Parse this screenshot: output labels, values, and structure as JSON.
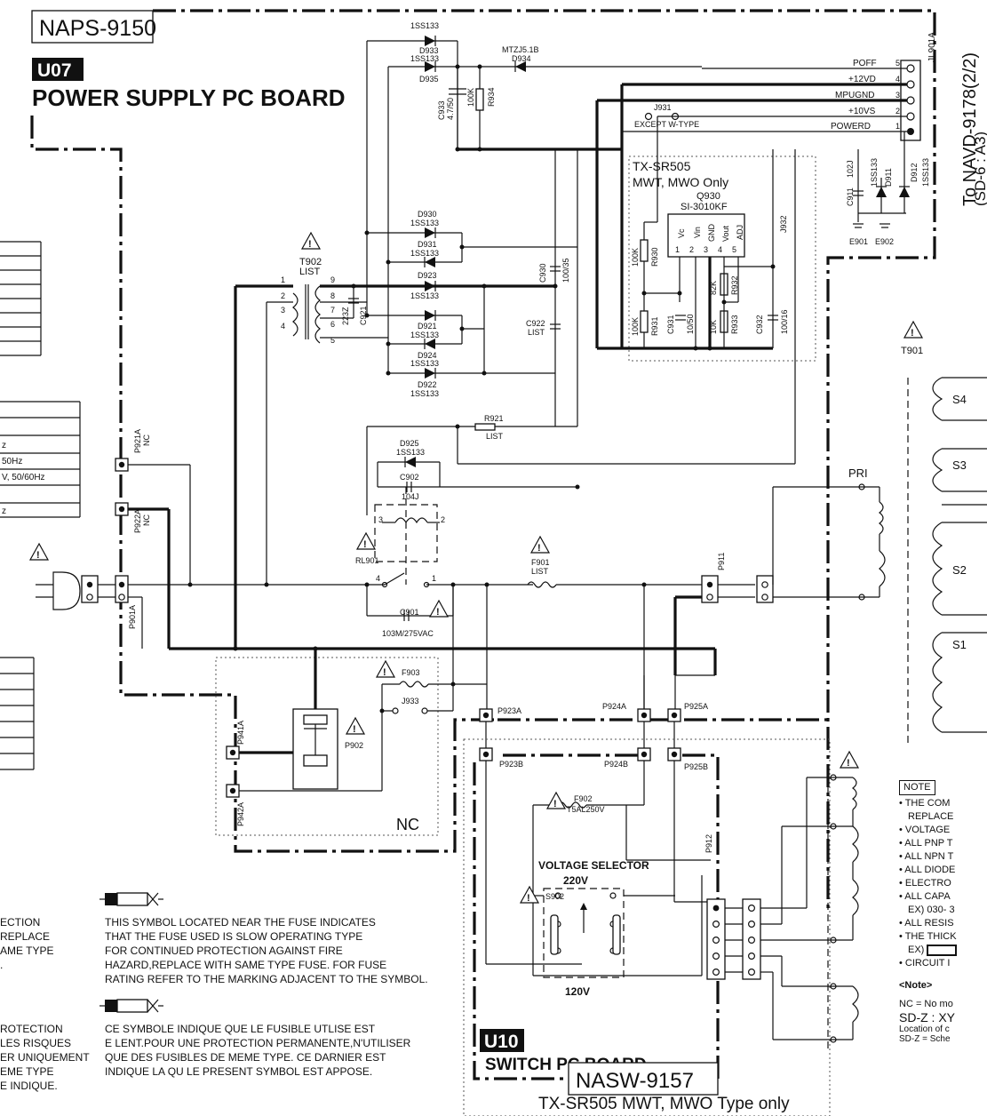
{
  "board": {
    "model": "NAPS-9150",
    "unit": "U07",
    "title": "POWER SUPPLY PC BOARD",
    "to_label": "To NAVD-9178(2/2)",
    "to_ref": "(SD-6 : A3)"
  },
  "connector_jl901a": {
    "ref": "JL901A",
    "pins": [
      {
        "num": "5",
        "signal": "POFF"
      },
      {
        "num": "4",
        "signal": "+12VD"
      },
      {
        "num": "3",
        "signal": "MPUGND"
      },
      {
        "num": "2",
        "signal": "+10VS"
      },
      {
        "num": "1",
        "signal": "POWERD"
      }
    ]
  },
  "diodes_top": [
    {
      "ref": "D933",
      "part": "1SS133"
    },
    {
      "ref": "D935",
      "part": "1SS133"
    },
    {
      "ref": "D934",
      "part": "MTZJ5.1B"
    }
  ],
  "diodes_mid": [
    {
      "ref": "D930",
      "part": "1SS133"
    },
    {
      "ref": "D931",
      "part": "1SS133"
    },
    {
      "ref": "D923",
      "part": "1SS133"
    },
    {
      "ref": "D921",
      "part": "1SS133"
    },
    {
      "ref": "D924",
      "part": "1SS133"
    },
    {
      "ref": "D922",
      "part": "1SS133"
    },
    {
      "ref": "D925",
      "part": "1SS133"
    }
  ],
  "passives": {
    "c933": {
      "ref": "C933",
      "value": "4.7/50"
    },
    "r934": {
      "ref": "R934",
      "value": "100K"
    },
    "c930": {
      "ref": "C930",
      "value": "100/35"
    },
    "c922": {
      "ref": "C922",
      "value": "LIST"
    },
    "r930": {
      "ref": "R930",
      "value": "100K"
    },
    "r931": {
      "ref": "R931",
      "value": "100K"
    },
    "c931": {
      "ref": "C931",
      "value": "10/50"
    },
    "r932": {
      "ref": "R932",
      "value": "82K"
    },
    "r933": {
      "ref": "R933",
      "value": "10K"
    },
    "c932": {
      "ref": "C932",
      "value": "100/16"
    },
    "c921": {
      "ref": "C921",
      "value": "223Z"
    },
    "r921": {
      "ref": "R921",
      "value": "LIST"
    },
    "c902": {
      "ref": "C902",
      "value": "104J"
    },
    "c901": {
      "ref": "C901",
      "value": "103M/275VAC"
    },
    "c911": {
      "ref": "C911",
      "value": "102J"
    },
    "d911": {
      "ref": "D911",
      "value": "1SS133"
    },
    "d912": {
      "ref": "D912",
      "value": "1SS133"
    },
    "f901": {
      "ref": "F901",
      "value": "LIST"
    },
    "f902": {
      "ref": "F902",
      "value": "T5AL250V"
    },
    "f903": {
      "ref": "F903"
    },
    "j931": {
      "ref": "J931",
      "note": "EXCEPT W-TYPE"
    },
    "j932": {
      "ref": "J932"
    },
    "j933": {
      "ref": "J933"
    },
    "e901": {
      "ref": "E901"
    },
    "e902": {
      "ref": "E902"
    }
  },
  "regulator": {
    "variant": "TX-SR505",
    "variant_note": "MWT, MWO Only",
    "ref": "Q930",
    "part": "SI-3010KF",
    "pins": [
      {
        "num": "1",
        "name": "Vc"
      },
      {
        "num": "2",
        "name": "Vin"
      },
      {
        "num": "3",
        "name": "GND"
      },
      {
        "num": "4",
        "name": "Vout"
      },
      {
        "num": "5",
        "name": "ADJ"
      }
    ]
  },
  "transformer_t902": {
    "ref": "T902",
    "note": "LIST",
    "primary": [
      "1",
      "2",
      "3",
      "4"
    ],
    "secondary": [
      "9",
      "8",
      "7",
      "6",
      "5"
    ]
  },
  "transformer_t901": {
    "ref": "T901",
    "windings": [
      "S4",
      "S3",
      "S2",
      "S1"
    ],
    "primary": "PRI"
  },
  "relay": {
    "ref": "RL901",
    "pins": [
      "3",
      "2",
      "4",
      "1"
    ]
  },
  "connectors": {
    "p921a": "P921A",
    "p922a": "P922A",
    "nc": "NC",
    "p901a": "P901A",
    "p911": "P911",
    "p941a": "P941A",
    "p942a": "P942A",
    "p902": "P902",
    "p923a": "P923A",
    "p924a": "P924A",
    "p925a": "P925A",
    "p923b": "P923B",
    "p924b": "P924B",
    "p925b": "P925B",
    "p912": "P912"
  },
  "switch_board": {
    "selector_title": "VOLTAGE SELECTOR",
    "v220": "220V",
    "v120": "120V",
    "switch_ref": "S902",
    "unit": "U10",
    "title": "SWITCH PC BOARD",
    "model": "NASW-9157",
    "footnote": "TX-SR505 MWT, MWO Type only",
    "nc_area": "NC"
  },
  "fuse_notes": {
    "en": [
      "THIS SYMBOL LOCATED NEAR THE FUSE INDICATES",
      "THAT THE FUSE USED IS SLOW OPERATING TYPE",
      "FOR CONTINUED PROTECTION AGAINST FIRE",
      "HAZARD,REPLACE WITH SAME TYPE FUSE. FOR FUSE",
      "RATING REFER TO THE MARKING ADJACENT TO THE SYMBOL."
    ],
    "fr": [
      "CE SYMBOLE INDIQUE QUE LE FUSIBLE UTLISE EST",
      "E LENT.POUR UNE PROTECTION PERMANENTE,N'UTILISER",
      "QUE DES FUSIBLES DE MEME TYPE. CE DARNIER EST",
      "INDIQUE LA QU LE PRESENT SYMBOL EST APPOSE."
    ],
    "left_en": [
      "ECTION",
      "REPLACE",
      "AME TYPE",
      "."
    ],
    "left_fr": [
      "ROTECTION",
      "LES RISQUES",
      "ER UNIQUEMENT",
      "EME TYPE",
      "E INDIQUE."
    ]
  },
  "left_table_fragments": [
    "z",
    "50Hz",
    "V, 50/60Hz",
    "z"
  ],
  "notes": {
    "heading": "NOTE",
    "items": [
      "• THE COM",
      "REPLACE",
      "• VOLTAGE",
      "• ALL PNP T",
      "• ALL NPN T",
      "• ALL DIODE",
      "• ELECTRO",
      "• ALL CAPA",
      "EX) 030- 3",
      "• ALL RESIS",
      "• THE THICK",
      "EX)",
      "• CIRCUIT I"
    ],
    "sub_heading": "<Note>",
    "nc": "NC = No mo",
    "sdz": "SD-Z : XY",
    "loc": "Location of c",
    "sdz2": "SD-Z = Sche"
  },
  "warning_symbol": "!"
}
